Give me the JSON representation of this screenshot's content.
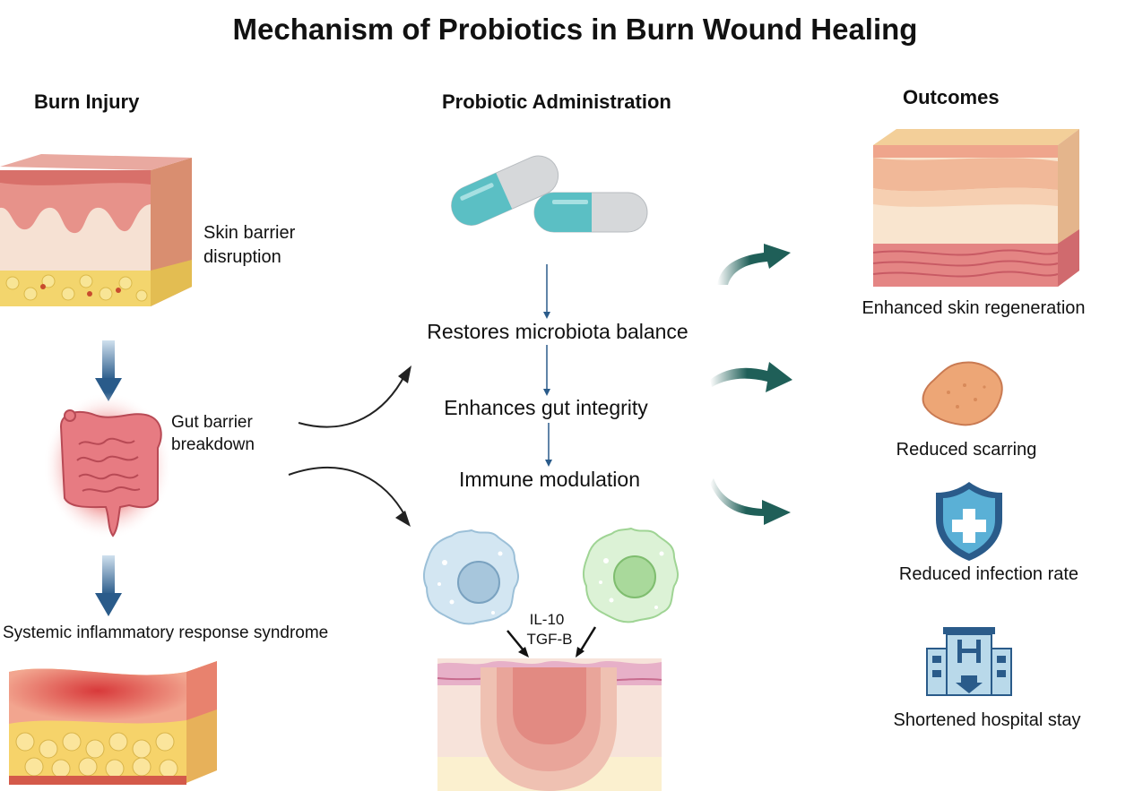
{
  "title": "Mechanism of Probiotics in Burn Wound Healing",
  "columns": {
    "burn": "Burn Injury",
    "probiotic": "Probiotic Administration",
    "outcomes": "Outcomes"
  },
  "burn_labels": {
    "skin_line1": "Skin barrier",
    "skin_line2": "disruption",
    "gut_line1": "Gut barrier",
    "gut_line2": "breakdown",
    "sirs": "Systemic inflammatory response syndrome"
  },
  "mechanisms": [
    "Restores microbiota balance",
    "Enhances gut integrity",
    "Immune modulation"
  ],
  "cytokines": [
    "IL-10",
    "TGF-B"
  ],
  "outcomes": [
    "Enhanced skin regeneration",
    "Reduced scarring",
    "Reduced infection rate",
    "Shortened hospital stay"
  ],
  "colors": {
    "arrow_blue": "#2a5b8a",
    "arrow_teal": "#1f5f58",
    "capsule_teal": "#5bbfc4",
    "capsule_grey": "#d6d8da",
    "skin_pink": "#e6968a",
    "fat_yellow": "#f2d46c"
  }
}
